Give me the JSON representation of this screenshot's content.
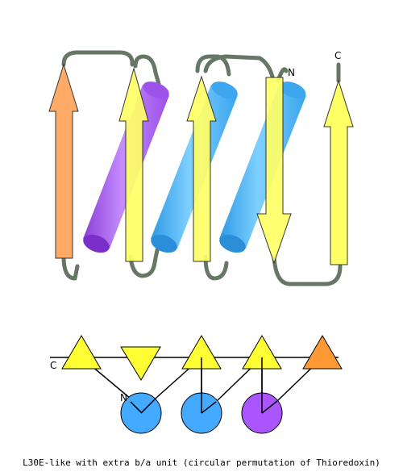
{
  "caption": "L30E-like with extra b/a unit (circular permutation of Thioredoxin)",
  "labels": {
    "n_top": "N",
    "c_top": "C",
    "c_bottom": "C",
    "n_bottom": "N"
  },
  "colors": {
    "strand_orange": "#FFAA66",
    "strand_yellow": "#FFFF66",
    "helix_purple": "#B266FF",
    "helix_blue": "#55BBFF",
    "loop": "#667766",
    "triangle_yellow": "#FFFF33",
    "triangle_orange": "#FF9933",
    "circle_blue": "#44AAFF",
    "circle_purple": "#AA55FF"
  },
  "topology": {
    "strands": [
      {
        "id": "s1",
        "color": "orange",
        "direction": "up"
      },
      {
        "id": "s2",
        "color": "yellow",
        "direction": "up"
      },
      {
        "id": "s3",
        "color": "yellow",
        "direction": "up"
      },
      {
        "id": "s4",
        "color": "yellow",
        "direction": "down"
      },
      {
        "id": "s5",
        "color": "yellow",
        "direction": "up"
      }
    ],
    "helices": [
      {
        "id": "h1",
        "color": "purple"
      },
      {
        "id": "h2",
        "color": "blue"
      },
      {
        "id": "h3",
        "color": "blue"
      }
    ]
  }
}
